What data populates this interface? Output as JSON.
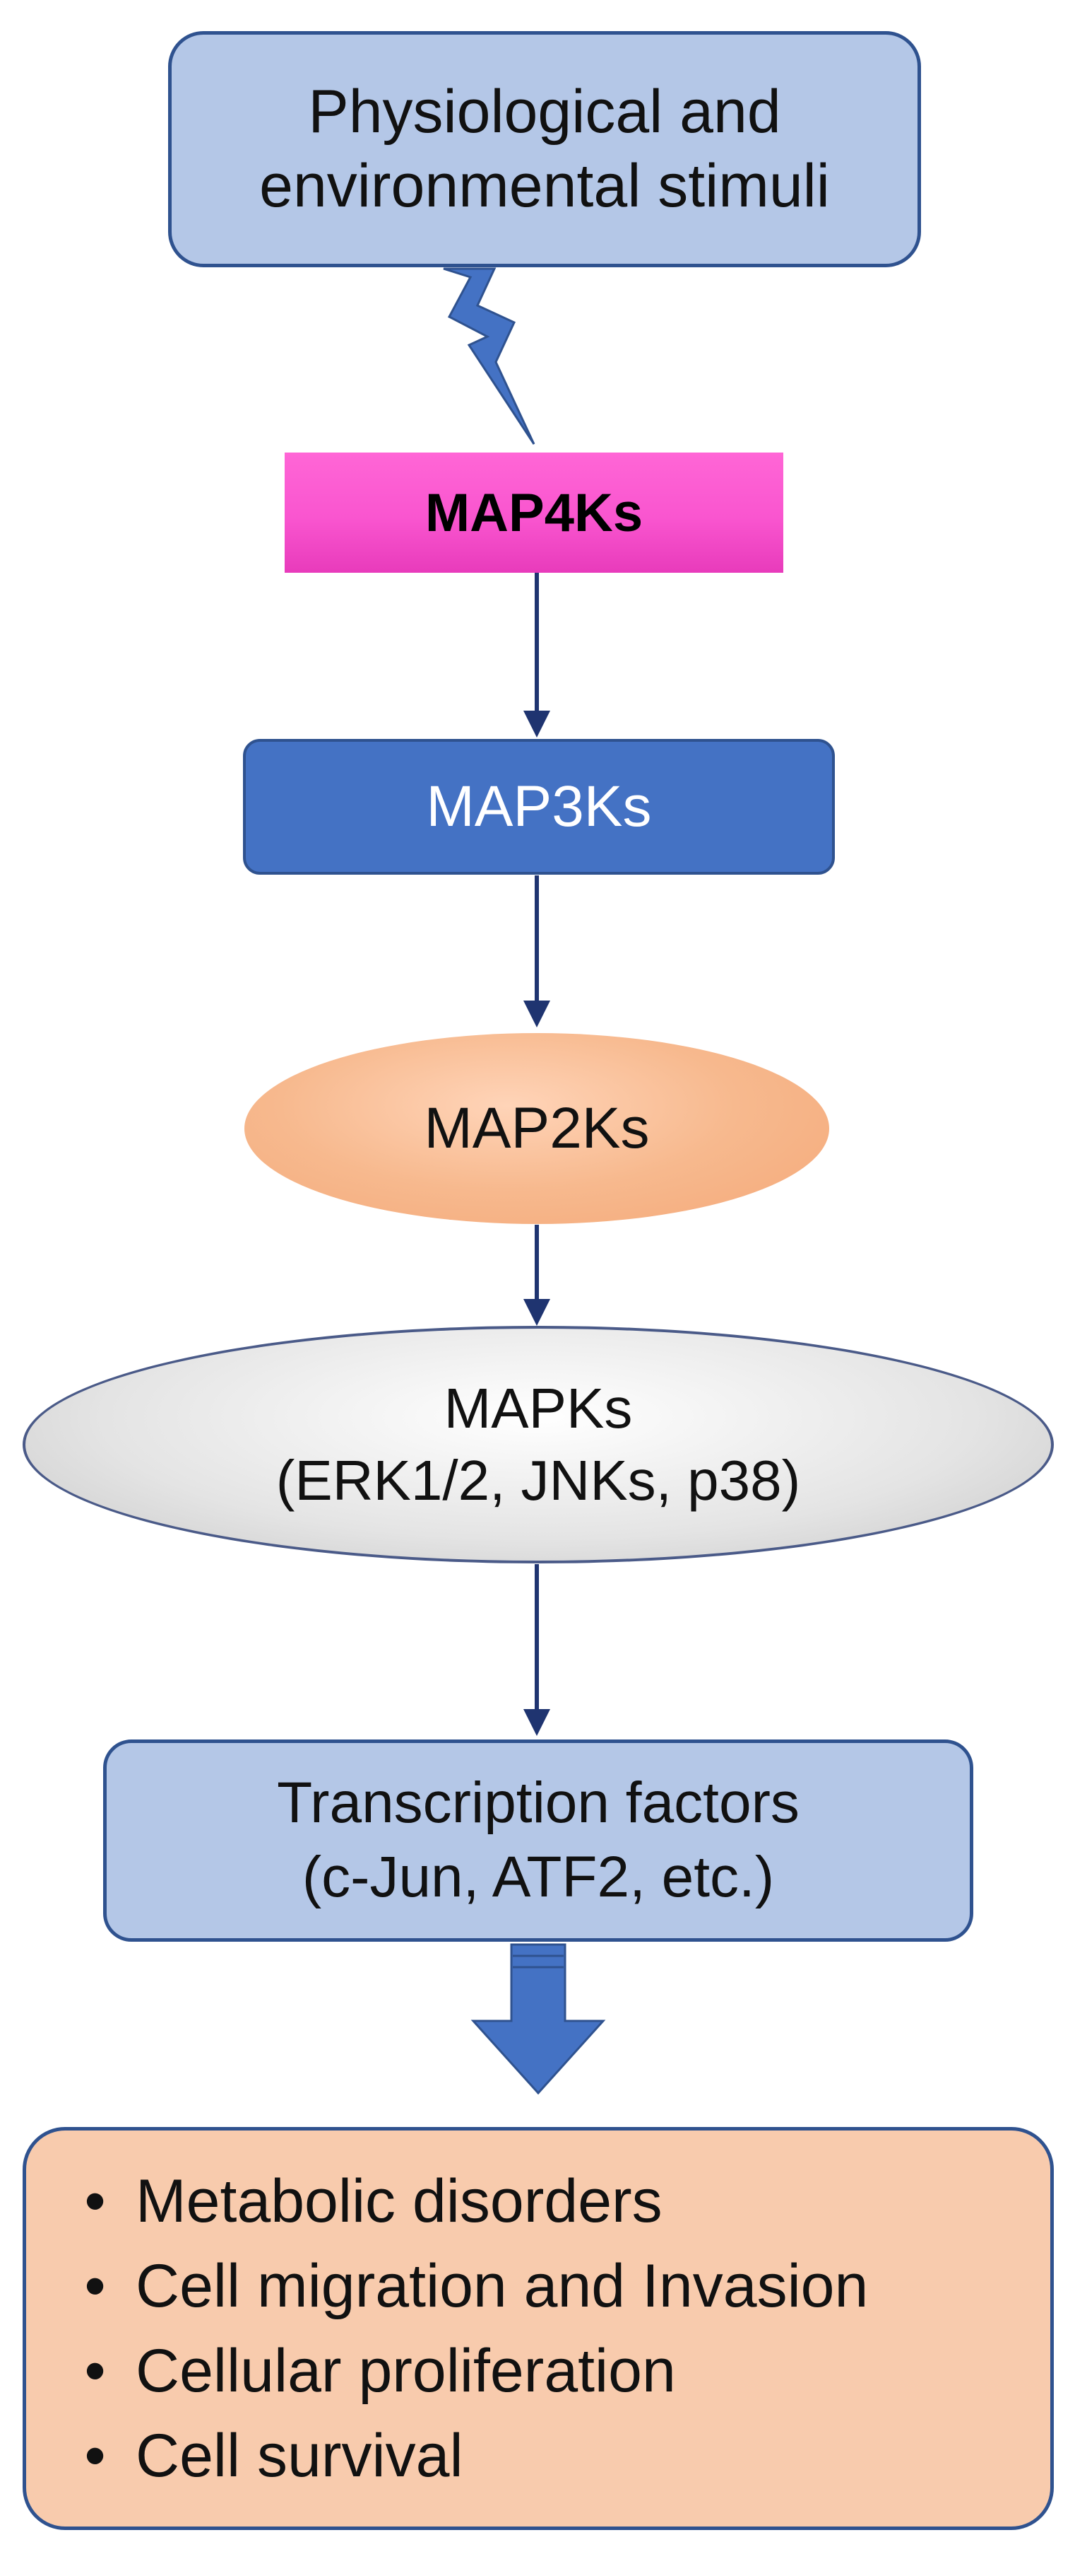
{
  "stimuli": {
    "line1": "Physiological and",
    "line2": "environmental stimuli"
  },
  "map4k": {
    "label": "MAP4Ks"
  },
  "map3k": {
    "label": "MAP3Ks"
  },
  "map2k": {
    "label": "MAP2Ks"
  },
  "mapk": {
    "line1": "MAPKs",
    "line2": "(ERK1/2, JNKs, p38)"
  },
  "transcription": {
    "line1": "Transcription factors",
    "line2": "(c-Jun, ATF2, etc.)"
  },
  "outcomes": {
    "bullet_char": "•",
    "items": [
      "Metabolic disorders",
      "Cell migration and Invasion",
      "Cellular proliferation",
      "Cell survival"
    ]
  },
  "colors": {
    "box_blue_fill": "#b4c7e7",
    "box_blue_border": "#2f528f",
    "map4k_fill": "#f955cf",
    "map3k_fill": "#4472c4",
    "map2k_fill": "#f4b183",
    "mapk_fill": "#e7e6e6",
    "outcomes_fill": "#f8cbad",
    "arrow": "#1f3470",
    "lightning": "#4472c4"
  }
}
